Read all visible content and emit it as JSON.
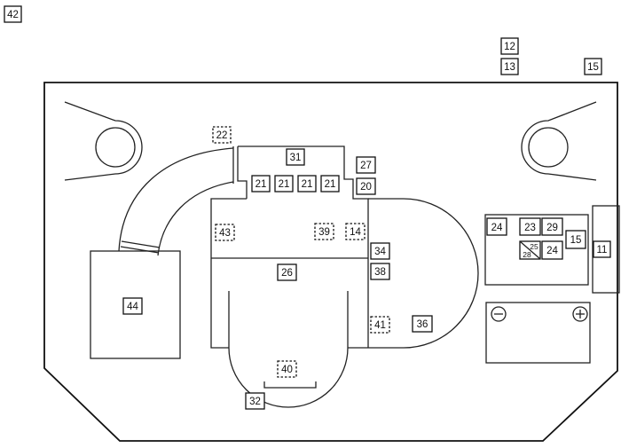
{
  "diagram": {
    "tags": {
      "t42": "42",
      "t12": "12",
      "t13": "13",
      "t15a": "15",
      "t11": "11",
      "t22": "22",
      "t31": "31",
      "t27": "27",
      "t20": "20",
      "t21a": "21",
      "t21b": "21",
      "t21c": "21",
      "t21d": "21",
      "t43": "43",
      "t39": "39",
      "t14": "14",
      "t34": "34",
      "t38": "38",
      "t26": "26",
      "t41": "41",
      "t36": "36",
      "t40": "40",
      "t32": "32",
      "t44": "44",
      "t24a": "24",
      "t23": "23",
      "t29": "29",
      "t15b": "15",
      "t25": "25",
      "t28": "28",
      "t24b": "24"
    },
    "battery": {
      "negative": "⊖",
      "positive": "⊕"
    }
  }
}
